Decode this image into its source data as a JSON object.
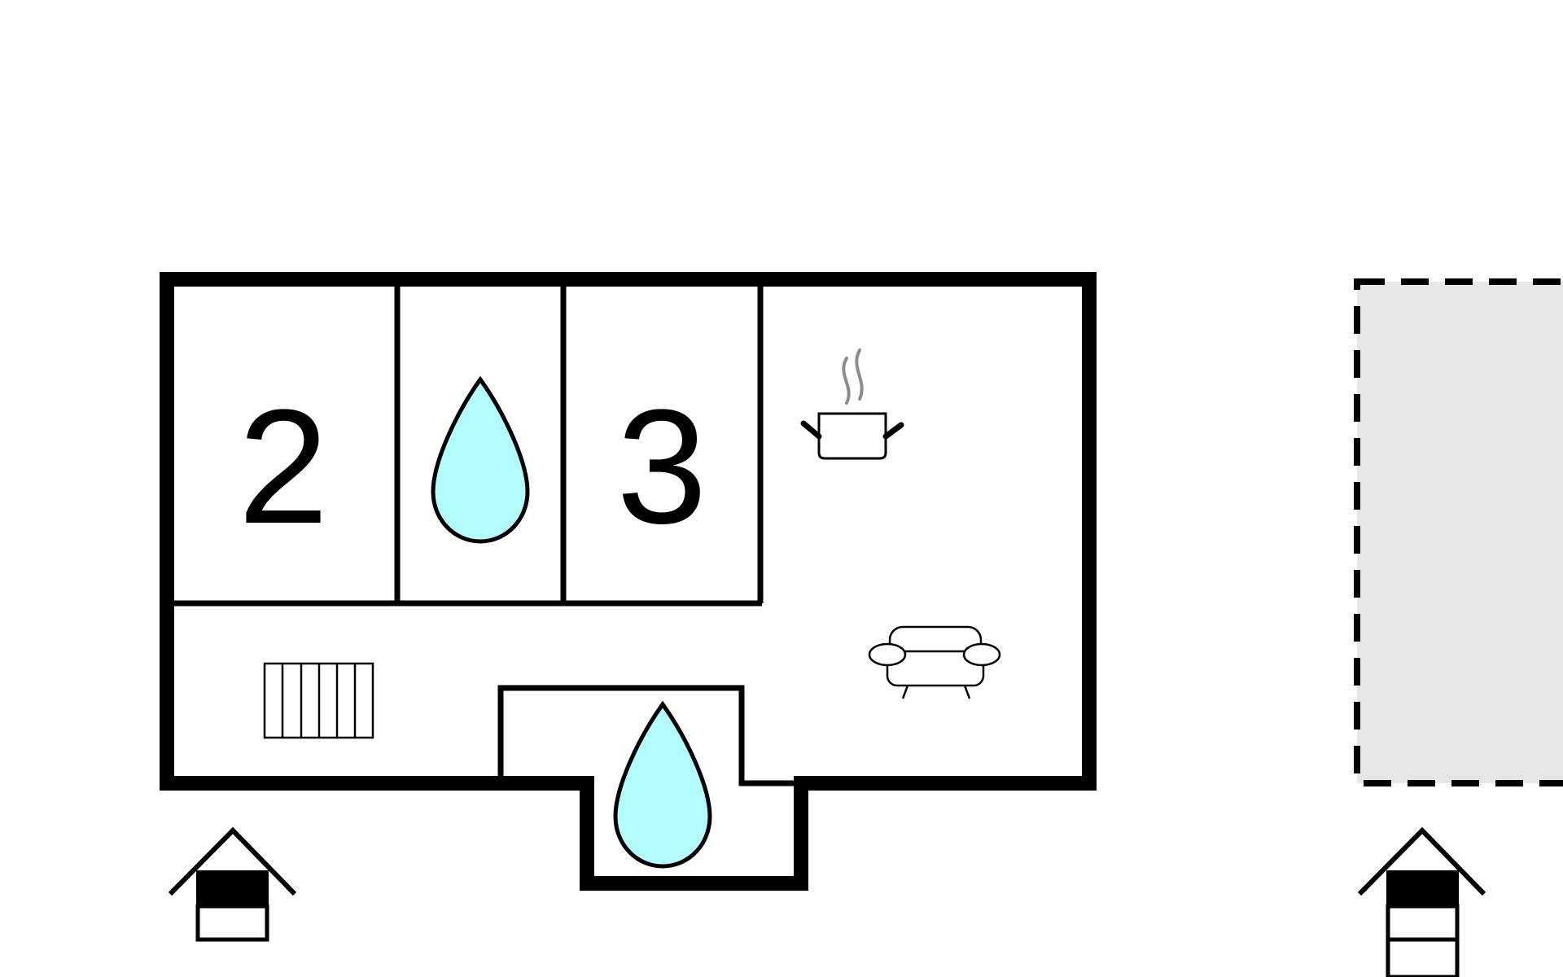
{
  "rooms": {
    "bedroom_a": {
      "label": "2",
      "icon": "bed-count-number"
    },
    "bathroom_a": {
      "icon": "water-drop-icon"
    },
    "bedroom_b": {
      "label": "3",
      "icon": "bed-count-number"
    },
    "kitchen": {
      "icon": "cooking-pot-icon"
    },
    "living": {
      "icon": "sofa-icon"
    },
    "hall": {
      "icon": "radiator-icon"
    },
    "bathroom_b": {
      "icon": "water-drop-icon"
    },
    "outbuilding": {
      "icon": "dashed-outline-area"
    }
  },
  "entrances": [
    {
      "icon": "entrance-house-icon",
      "floors": 1
    },
    {
      "icon": "entrance-house-icon",
      "floors": 2
    }
  ],
  "colors": {
    "wall": "#000000",
    "water": "#b3fcfd",
    "steam": "#8c8c8c",
    "outbuilding_fill": "#e6e6e6",
    "background": "#ffffff"
  }
}
